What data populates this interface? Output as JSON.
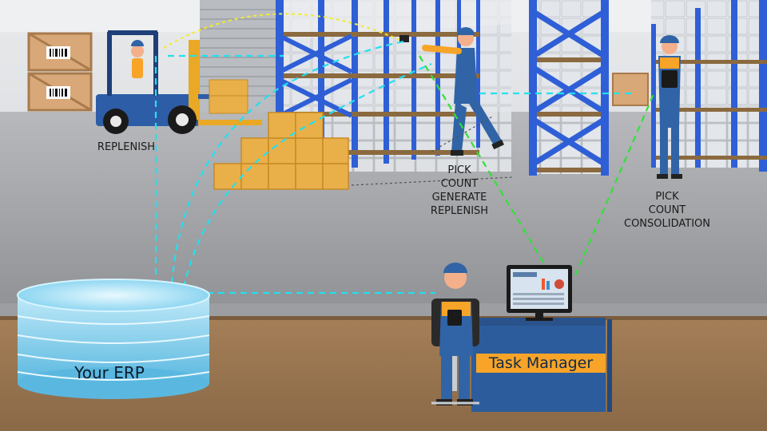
{
  "labels": {
    "replenish": "REPLENISH",
    "picker_ops": [
      "PICK",
      "COUNT",
      "GENERATE",
      "REPLENISH"
    ],
    "tablet_ops": [
      "PICK",
      "COUNT",
      "CONSOLIDATION"
    ],
    "erp": "Your ERP",
    "task_manager": "Task Manager"
  },
  "colors": {
    "wall": "#d7dade",
    "floor": "#a6a8ab",
    "ground": "#9a7652",
    "rack_blue": "#2f5fd6",
    "box": "#e9b04a",
    "cyan_flow": "#22e0f0",
    "green_flow": "#33e03a",
    "yellow_flow": "#f2ec30",
    "desk": "#2c5c9c",
    "desk_stripe": "#f7a428",
    "uniform": "#3164a6",
    "erp_disc": "#7fd0ee"
  },
  "icons": [
    "forklift-icon",
    "worker-icon",
    "barcode-scanner-icon",
    "tablet-icon",
    "monitor-icon",
    "database-icon",
    "box-icon",
    "barcode-label-icon"
  ]
}
